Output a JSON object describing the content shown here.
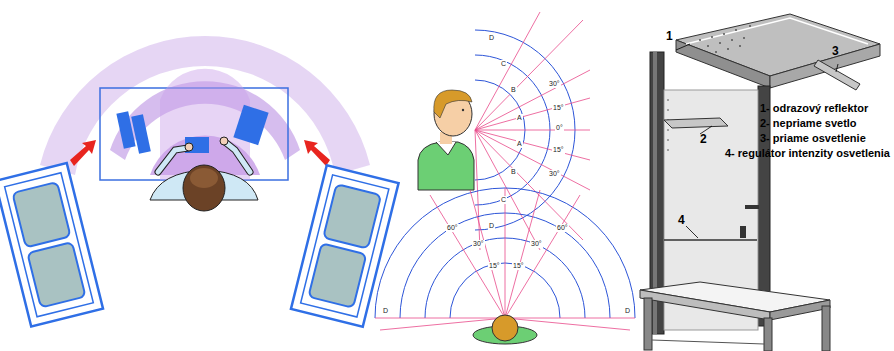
{
  "diagram": {
    "labels": [
      "1",
      "2",
      "3",
      "4",
      "1- odrazový reflektor",
      "2- nepriame svetlo",
      "3- priame osvetlenie",
      "4- regulátor intenzity osvetlenia",
      "D",
      "C",
      "B",
      "A",
      "A",
      "B",
      "C",
      "D",
      "30°",
      "15°",
      "0°",
      "15°",
      "30°",
      "60°",
      "30°",
      "15°",
      "15°",
      "30°",
      "60°",
      "D",
      "D"
    ]
  }
}
